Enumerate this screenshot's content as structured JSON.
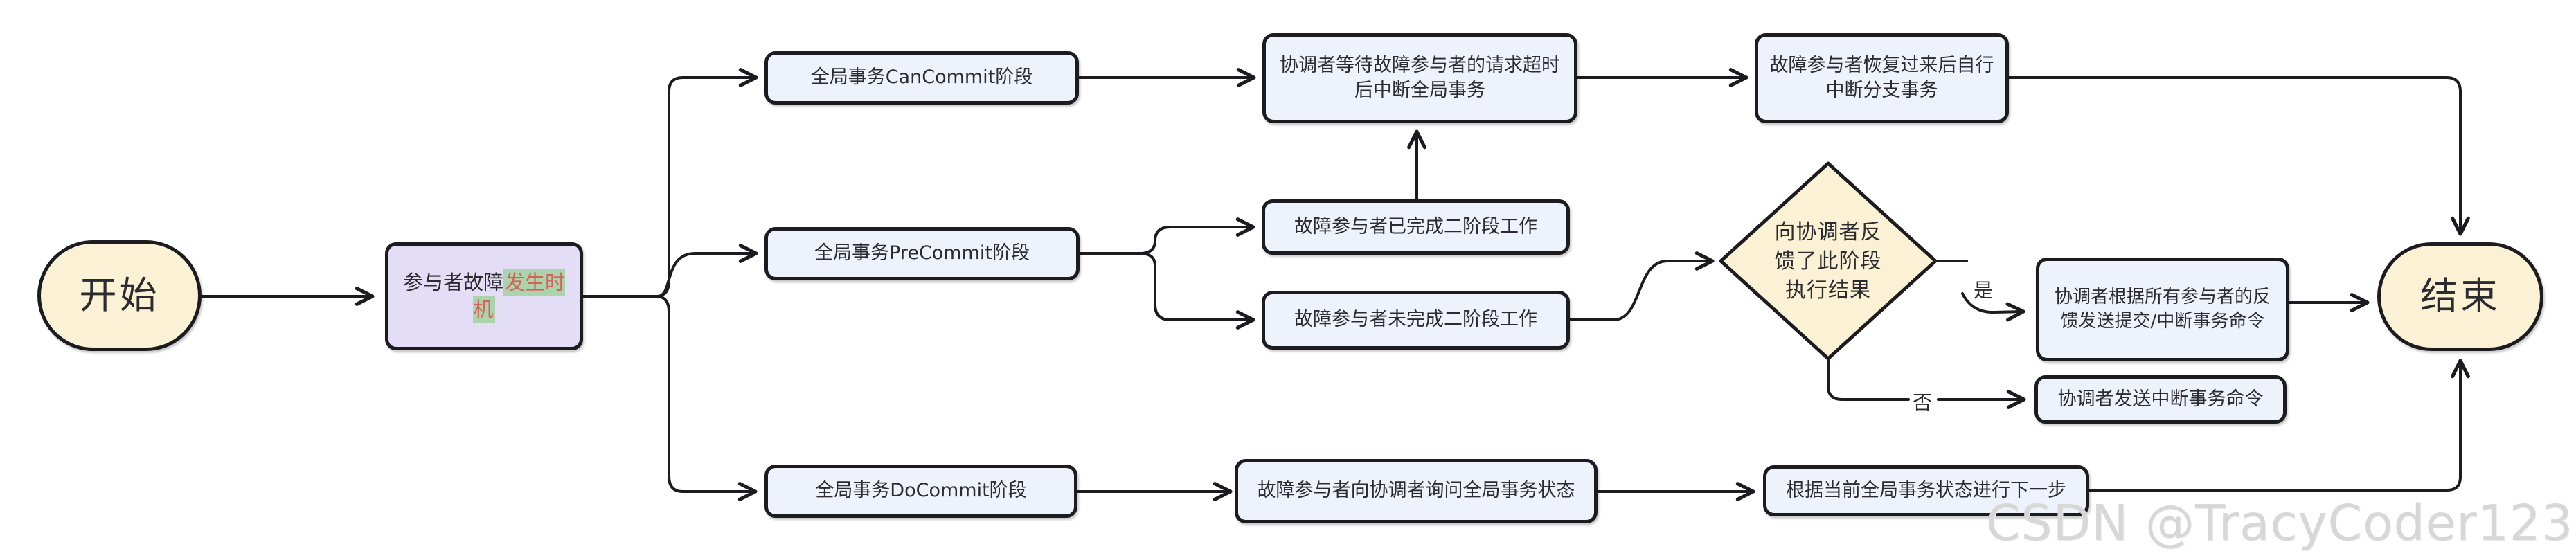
{
  "diagram": {
    "nodes": {
      "start": "开始",
      "trigger_plain": "参与者故障",
      "trigger_highlight": "发生时机",
      "can_commit": "全局事务CanCommit阶段",
      "coordinator_timeout": "协调者等待故障参与者的请求超时后中断全局事务",
      "recover_abort": "故障参与者恢复过来后自行中断分支事务",
      "pre_commit": "全局事务PreCommit阶段",
      "phase2_done": "故障参与者已完成二阶段工作",
      "phase2_not_done": "故障参与者未完成二阶段工作",
      "decision": "向协调者反馈了此阶段执行结果",
      "feedback_command": "协调者根据所有参与者的反馈发送提交/中断事务命令",
      "abort_command": "协调者发送中断事务命令",
      "do_commit": "全局事务DoCommit阶段",
      "ask_status": "故障参与者向协调者询问全局事务状态",
      "next_step": "根据当前全局事务状态进行下一步",
      "end": "结束"
    },
    "edge_labels": {
      "yes": "是",
      "no": "否"
    },
    "colors": {
      "terminal_fill": "#fbf2d5",
      "process_fill": "#edf2fb",
      "trigger_fill": "#e4ddf6",
      "highlight_bg": "#abd4ae",
      "highlight_text": "#d96056",
      "line": "#1b1b20"
    },
    "watermark": "CSDN @TracyCoder123"
  }
}
